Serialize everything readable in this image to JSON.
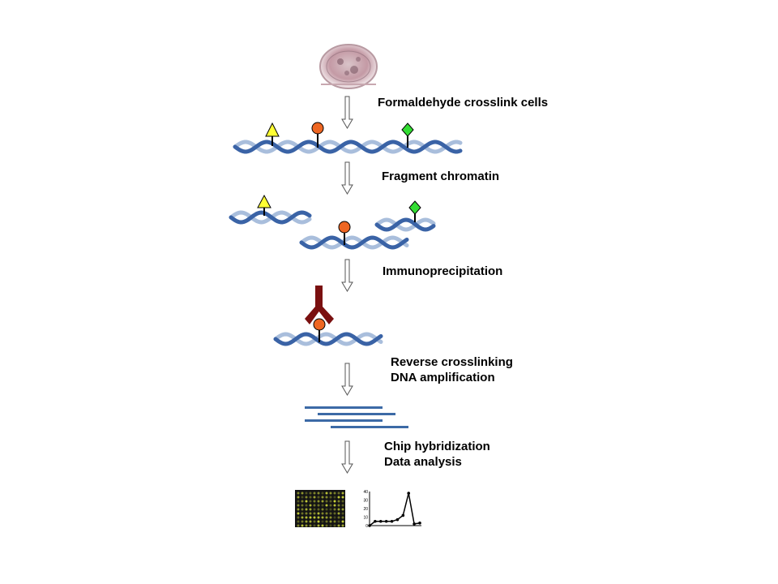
{
  "steps": [
    {
      "lines": [
        "Formaldehyde crosslink cells"
      ]
    },
    {
      "lines": [
        "Fragment chromatin"
      ]
    },
    {
      "lines": [
        "Immunoprecipitation"
      ]
    },
    {
      "lines": [
        "Reverse crosslinking",
        "DNA amplification"
      ]
    },
    {
      "lines": [
        "Chip hybridization",
        "Data analysis"
      ]
    }
  ],
  "colors": {
    "dna_dark": "#3a63a6",
    "dna_light": "#a9bedc",
    "marker_triangle": "#ffff33",
    "marker_circle": "#ee6622",
    "marker_diamond": "#33dd33",
    "antibody": "#7a1010",
    "amplified_dna": "#3c6aa6",
    "microarray_bg": "#141414",
    "microarray_spot": "#c8d23a"
  },
  "icons": {
    "cell": "cell-icon",
    "arrow": "down-arrow-icon",
    "antibody": "antibody-icon",
    "microarray": "microarray-chip-icon",
    "plot": "peak-plot-icon"
  },
  "plot": {
    "y_ticks": [
      "40",
      "30",
      "20",
      "10",
      "0"
    ],
    "y_values": [
      0,
      5,
      5,
      5,
      5,
      7,
      12,
      38,
      2,
      3
    ],
    "ylim": [
      0,
      40
    ]
  }
}
